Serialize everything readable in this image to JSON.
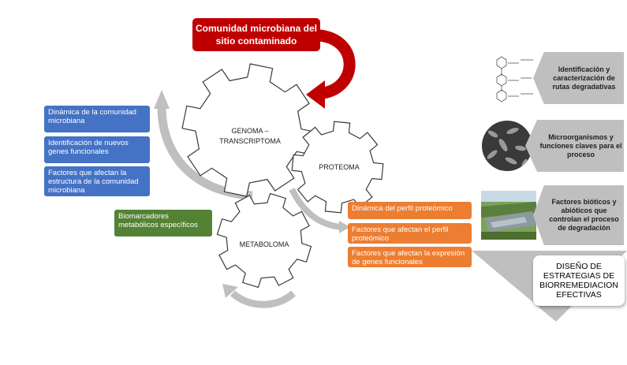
{
  "title": "Comunidad  microbiana del sitio  contaminado",
  "gears": {
    "genoma": "GENOMA –\nTRANSCRIPTOMA",
    "proteoma": "PROTEOMA",
    "metaboloma": "METABOLOMA"
  },
  "blue_boxes": [
    "Dinámica de la comunidad microbiana",
    "Identificación de nuevos genes funcionales",
    "Factores que afectan la estructura de la comunidad microbiana"
  ],
  "green_box": "Biomarcadores metabólicos específicos",
  "orange_boxes": [
    "Dinámica del perfil proteómico",
    "Factores que  afectan el perfil proteómico",
    "Factores que  afectan la expresión de genes funcionales"
  ],
  "right_panels": [
    {
      "label": "Identificación y caracterización de rutas degradativas",
      "icon": "chemical-pathway-icon"
    },
    {
      "label": "Microorganismos y funciones claves para el proceso",
      "icon": "microscopy-icon"
    },
    {
      "label": "Factores bióticos y abióticos que controlan el proceso de degradación",
      "icon": "field-site-icon"
    }
  ],
  "final": "DISEÑO DE ESTRATEGIAS DE BIORREMEDIACION EFECTIVAS",
  "colors": {
    "red": "#c00000",
    "blue": "#4472c4",
    "green": "#548235",
    "orange": "#ed7d31",
    "grey": "#bfbfbf"
  }
}
